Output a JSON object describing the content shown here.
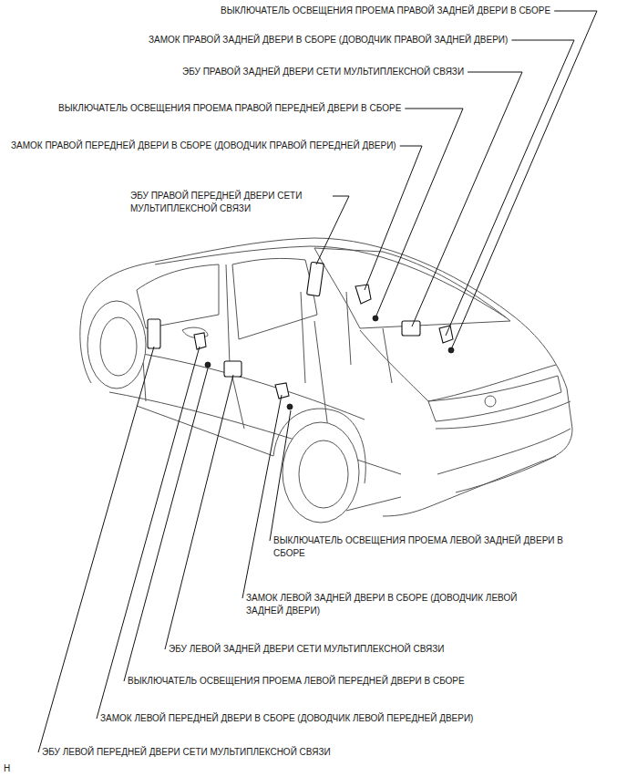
{
  "diagram": {
    "labels": [
      "ВЫКЛЮЧАТЕЛЬ ОСВЕЩЕНИЯ ПРОЕМА ПРАВОЙ ЗАДНЕЙ ДВЕРИ В СБОРЕ",
      "ЗАМОК ПРАВОЙ ЗАДНЕЙ ДВЕРИ В СБОРЕ (ДОВОДЧИК ПРАВОЙ ЗАДНЕЙ ДВЕРИ)",
      "ЭБУ ПРАВОЙ ЗАДНЕЙ ДВЕРИ СЕТИ МУЛЬТИПЛЕКСНОЙ СВЯЗИ",
      "ВЫКЛЮЧАТЕЛЬ ОСВЕЩЕНИЯ ПРОЕМА ПРАВОЙ ПЕРЕДНЕЙ ДВЕРИ В СБОРЕ",
      "ЗАМОК ПРАВОЙ ПЕРЕДНЕЙ ДВЕРИ В СБОРЕ (ДОВОДЧИК ПРАВОЙ ПЕРЕДНЕЙ ДВЕРИ)",
      "ЭБУ ПРАВОЙ ПЕРЕДНЕЙ ДВЕРИ СЕТИ МУЛЬТИПЛЕКСНОЙ СВЯЗИ",
      "ВЫКЛЮЧАТЕЛЬ ОСВЕЩЕНИЯ ПРОЕМА ЛЕВОЙ ЗАДНЕЙ ДВЕРИ В СБОРЕ",
      "ЗАМОК ЛЕВОЙ ЗАДНЕЙ ДВЕРИ В СБОРЕ (ДОВОДЧИК ЛЕВОЙ ЗАДНЕЙ ДВЕРИ)",
      "ЭБУ ЛЕВОЙ ЗАДНЕЙ ДВЕРИ СЕТИ МУЛЬТИПЛЕКСНОЙ СВЯЗИ",
      "ВЫКЛЮЧАТЕЛЬ ОСВЕЩЕНИЯ ПРОЕМА ЛЕВОЙ ПЕРЕДНЕЙ ДВЕРИ В СБОРЕ",
      "ЗАМОК ЛЕВОЙ ПЕРЕДНЕЙ ДВЕРИ В СБОРЕ (ДОВОДЧИК ЛЕВОЙ ПЕРЕДНЕЙ ДВЕРИ)",
      "ЭБУ ЛЕВОЙ ПЕРЕДНЕЙ ДВЕРИ СЕТИ МУЛЬТИПЛЕКСНОЙ СВЯЗИ",
      "H"
    ]
  }
}
